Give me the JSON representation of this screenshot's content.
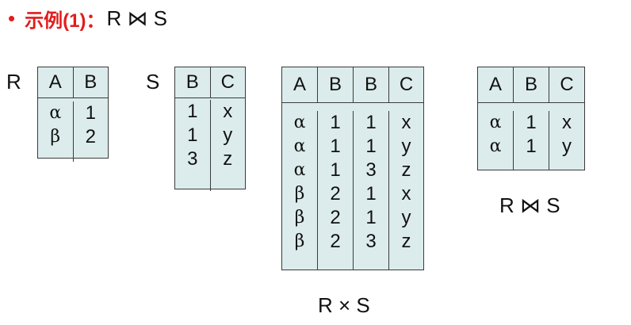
{
  "title": {
    "bullet": "•",
    "prefix": "示例(1)：",
    "expression": "R ⋈ S"
  },
  "relations": {
    "R": {
      "label": "R",
      "headers": [
        "A",
        "B"
      ],
      "rows": [
        [
          "α",
          "1"
        ],
        [
          "β",
          "2"
        ]
      ]
    },
    "S": {
      "label": "S",
      "headers": [
        "B",
        "C"
      ],
      "rows": [
        [
          "1",
          "x"
        ],
        [
          "1",
          "y"
        ],
        [
          "3",
          "z"
        ]
      ]
    },
    "product": {
      "headers": [
        "A",
        "B",
        "B",
        "C"
      ],
      "rows": [
        [
          "α",
          "1",
          "1",
          "x"
        ],
        [
          "α",
          "1",
          "1",
          "y"
        ],
        [
          "α",
          "1",
          "3",
          "z"
        ],
        [
          "β",
          "2",
          "1",
          "x"
        ],
        [
          "β",
          "2",
          "1",
          "y"
        ],
        [
          "β",
          "2",
          "3",
          "z"
        ]
      ],
      "caption": "R × S"
    },
    "join": {
      "headers": [
        "A",
        "B",
        "C"
      ],
      "rows": [
        [
          "α",
          "1",
          "x"
        ],
        [
          "α",
          "1",
          "y"
        ]
      ],
      "caption": "R ⋈ S"
    }
  },
  "colors": {
    "accent_red": "#e31c1c",
    "table_fill": "#dcecec",
    "table_border": "#3a3a3a"
  }
}
